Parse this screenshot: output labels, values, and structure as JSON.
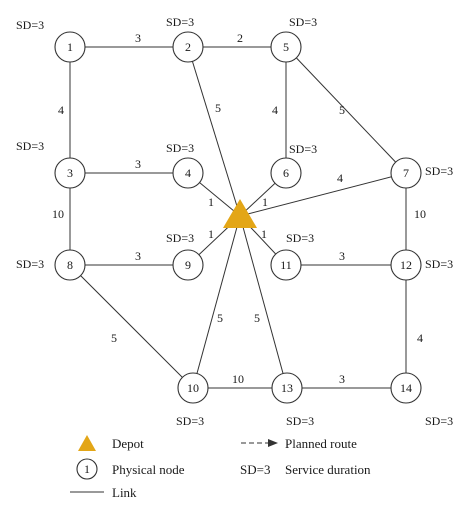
{
  "colors": {
    "line": "#333333",
    "depot": "#e3a617",
    "node_fill": "#ffffff",
    "text": "#1a1a1a"
  },
  "depot": {
    "icon": "depot-triangle-icon"
  },
  "nodes": [
    {
      "id": "1",
      "label": "1",
      "sd": "SD=3"
    },
    {
      "id": "2",
      "label": "2",
      "sd": "SD=3"
    },
    {
      "id": "3",
      "label": "3",
      "sd": "SD=3"
    },
    {
      "id": "4",
      "label": "4",
      "sd": "SD=3"
    },
    {
      "id": "5",
      "label": "5",
      "sd": "SD=3"
    },
    {
      "id": "6",
      "label": "6",
      "sd": "SD=3"
    },
    {
      "id": "7",
      "label": "7",
      "sd": "SD=3"
    },
    {
      "id": "8",
      "label": "8",
      "sd": "SD=3"
    },
    {
      "id": "9",
      "label": "9",
      "sd": "SD=3"
    },
    {
      "id": "10",
      "label": "10",
      "sd": "SD=3"
    },
    {
      "id": "11",
      "label": "11",
      "sd": "SD=3"
    },
    {
      "id": "12",
      "label": "12",
      "sd": "SD=3"
    },
    {
      "id": "13",
      "label": "13",
      "sd": "SD=3"
    },
    {
      "id": "14",
      "label": "14",
      "sd": "SD=3"
    }
  ],
  "links": [
    {
      "from": "1",
      "to": "2",
      "weight": "3"
    },
    {
      "from": "2",
      "to": "5",
      "weight": "2"
    },
    {
      "from": "1",
      "to": "3",
      "weight": "4"
    },
    {
      "from": "2",
      "to": "depot",
      "weight": "5"
    },
    {
      "from": "5",
      "to": "6",
      "weight": "4"
    },
    {
      "from": "5",
      "to": "7",
      "weight": "5"
    },
    {
      "from": "3",
      "to": "4",
      "weight": "3"
    },
    {
      "from": "4",
      "to": "depot",
      "weight": "1"
    },
    {
      "from": "6",
      "to": "depot",
      "weight": "1"
    },
    {
      "from": "7",
      "to": "depot",
      "weight": "4"
    },
    {
      "from": "3",
      "to": "8",
      "weight": "10"
    },
    {
      "from": "7",
      "to": "12",
      "weight": "10"
    },
    {
      "from": "9",
      "to": "depot",
      "weight": "1"
    },
    {
      "from": "11",
      "to": "depot",
      "weight": "1"
    },
    {
      "from": "8",
      "to": "9",
      "weight": "3"
    },
    {
      "from": "11",
      "to": "12",
      "weight": "3"
    },
    {
      "from": "8",
      "to": "10",
      "weight": "5"
    },
    {
      "from": "10",
      "to": "depot",
      "weight": "5"
    },
    {
      "from": "13",
      "to": "depot",
      "weight": "5"
    },
    {
      "from": "12",
      "to": "14",
      "weight": "4"
    },
    {
      "from": "10",
      "to": "13",
      "weight": "10"
    },
    {
      "from": "13",
      "to": "14",
      "weight": "3"
    }
  ],
  "legend": {
    "depot_label": "Depot",
    "node_sample": "1",
    "node_label": "Physical node",
    "link_label": "Link",
    "route_label": "Planned route",
    "sd_sample": "SD=3",
    "sd_label": "Service duration"
  }
}
